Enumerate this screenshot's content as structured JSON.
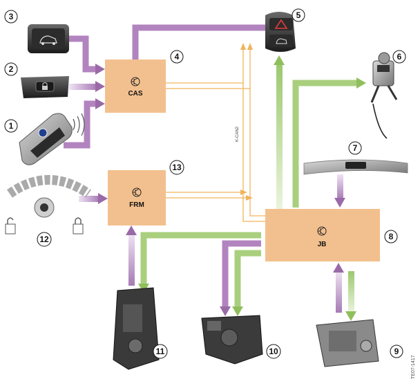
{
  "modules": {
    "cas": "CAS",
    "frm": "FRM",
    "jb": "JB"
  },
  "bus_label": "K-CAN2",
  "figure_code": "TE07-1417",
  "callouts": [
    "1",
    "2",
    "3",
    "4",
    "5",
    "6",
    "7",
    "8",
    "9",
    "10",
    "11",
    "12",
    "13"
  ],
  "colors": {
    "module_fill": "#f2c08e",
    "purple_arrow": "#b284bf",
    "green_arrow": "#a9cf7e",
    "bus_line": "#f0b35c"
  },
  "icons": [
    "transistor-icon",
    "key-fob-icon",
    "lock-icon",
    "unlock-icon",
    "hazard-triangle-icon",
    "trunk-open-icon"
  ]
}
